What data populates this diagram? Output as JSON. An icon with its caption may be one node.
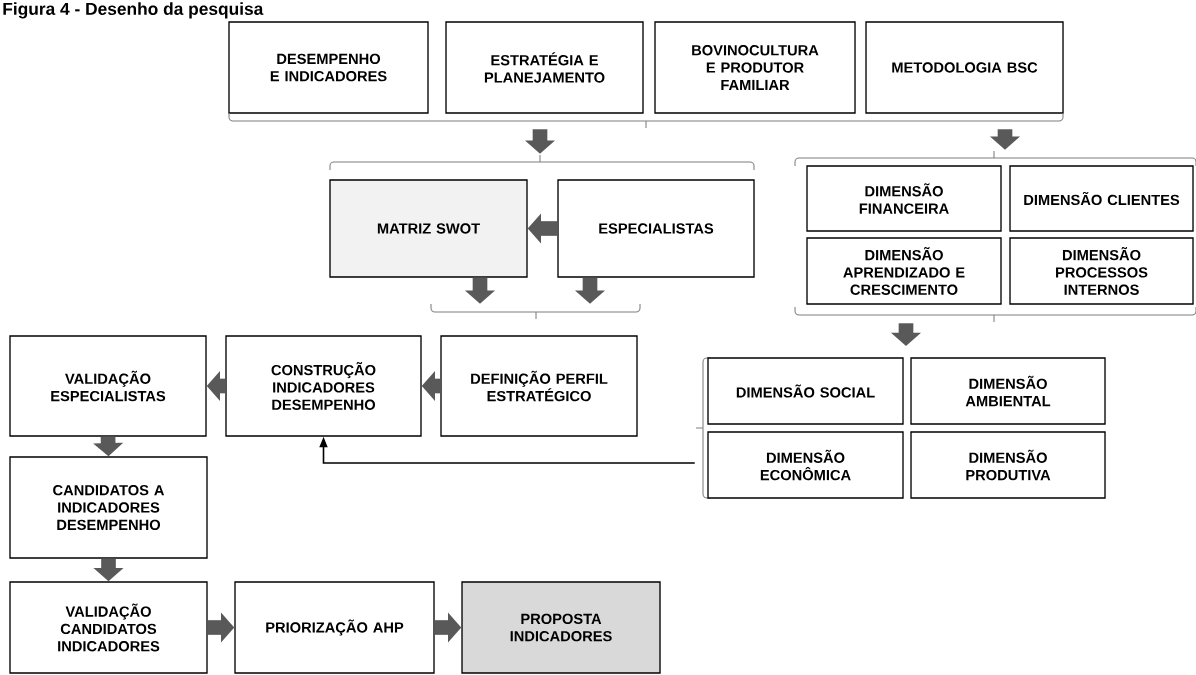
{
  "diagram": {
    "title": "Figura 4 - Desenho da pesquisa",
    "nodes": [
      {
        "text": [
          "DESEMPENHO E INDICADORES"
        ]
      },
      {
        "text": [
          "ESTRATÉGIA E PLANEJAMENTO"
        ]
      },
      {
        "text": [
          "BOVINOCULTURA E PRODUTOR FAMILIAR"
        ]
      },
      {
        "text": [
          "METODOLOGIA BSC"
        ]
      },
      {
        "text": [],
        "shape": "brace"
      },
      {
        "text": [],
        "shape": "brace"
      },
      {
        "text": [
          "MATRIZ SWOT"
        ]
      },
      {
        "text": [
          "ESPECIALISTAS"
        ]
      },
      {
        "text": [],
        "shape": "brace"
      },
      {
        "text": [
          "DIMENSÃO FINANCEIRA"
        ]
      },
      {
        "text": [
          "DIMENSÃO CLIENTES"
        ]
      },
      {
        "text": [
          "DIMENSÃO APRENDIZADO E CRESCIMENTO"
        ]
      },
      {
        "text": [
          "DIMENSÃO PROCESSOS INTERNOS"
        ]
      },
      {
        "text": [],
        "shape": "brace"
      },
      {
        "text": [],
        "shape": "brace"
      },
      {
        "text": [
          "VALIDAÇÃO ESPECIALISTAS"
        ]
      },
      {
        "text": [
          "CONSTRUÇÃO INDICADORES DESEMPENHO"
        ]
      },
      {
        "text": [
          "DEFINIÇÃO PERFIL ESTRATÉGICO"
        ]
      },
      {
        "text": [],
        "shape": "brace"
      },
      {
        "text": [
          "DIMENSÃO SOCIAL"
        ]
      },
      {
        "text": [
          "DIMENSÃO AMBIENTAL"
        ]
      },
      {
        "text": [
          "DIMENSÃO ECONÔMICA"
        ]
      },
      {
        "text": [
          "DIMENSÃO PRODUTIVA"
        ]
      },
      {
        "text": [
          "CANDIDATOS A INDICADORES DESEMPENHO"
        ]
      },
      {
        "text": [
          "VALIDAÇÃO CANDIDATOS INDICADORES"
        ]
      },
      {
        "text": [
          "PRIORIZAÇÃO AHP"
        ]
      },
      {
        "text": [
          "PROPOSTA INDICADORES"
        ]
      }
    ],
    "edges": [
      {
        "from": 4,
        "to": 5,
        "arrow": "to"
      },
      {
        "from": 4,
        "to": 8,
        "arrow": "to"
      },
      {
        "from": 7,
        "to": 6,
        "arrow": "to"
      },
      {
        "from": 6,
        "to": 13,
        "arrow": "to"
      },
      {
        "from": 7,
        "to": 13,
        "arrow": "to"
      },
      {
        "from": 14,
        "to": null,
        "arrow": "to"
      },
      {
        "from": 18,
        "to": 16,
        "arrow": "to",
        "color": "#000000"
      },
      {
        "from": 17,
        "to": 16,
        "arrow": "to"
      },
      {
        "from": 16,
        "to": 15,
        "arrow": "to"
      },
      {
        "from": 15,
        "to": 23,
        "arrow": "to"
      },
      {
        "from": 23,
        "to": 24,
        "arrow": "to"
      },
      {
        "from": 24,
        "to": 25,
        "arrow": "to"
      },
      {
        "from": 25,
        "to": 26,
        "arrow": "to"
      }
    ]
  }
}
